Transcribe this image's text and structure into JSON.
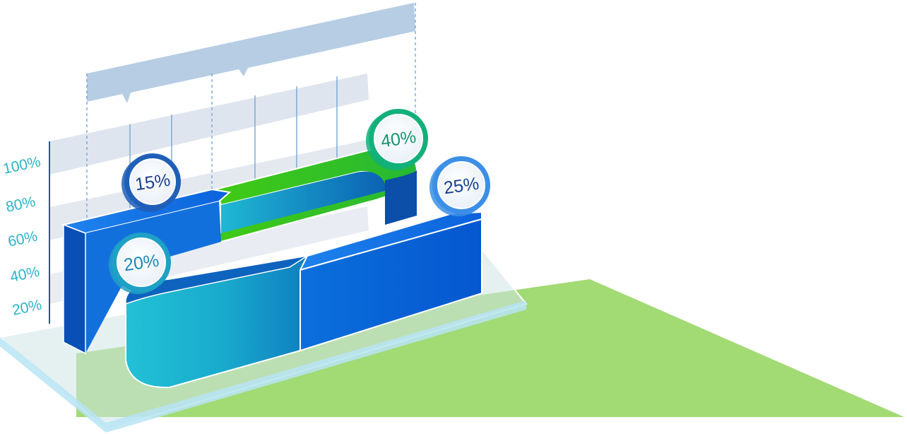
{
  "chart_data": {
    "type": "3d-ribbon",
    "y_axis": {
      "tick_labels": [
        "20%",
        "40%",
        "60%",
        "80%",
        "100%"
      ]
    },
    "series": [
      {
        "label": "15%",
        "value": 15,
        "color": "#0a5fd6",
        "badge_ring": "#1f5fb8",
        "text_color": "#1a3f8f"
      },
      {
        "label": "20%",
        "value": 20,
        "color": "#17b5cc",
        "badge_ring": "#1fa0c6",
        "text_color": "#1a88b8"
      },
      {
        "label": "40%",
        "value": 40,
        "color": "#3ac60e",
        "badge_ring": "#12b07a",
        "text_color": "#16946e"
      },
      {
        "label": "25%",
        "value": 25,
        "color": "#0a63d9",
        "badge_ring": "#3b8fe6",
        "text_color": "#14408f"
      }
    ],
    "grid": true
  }
}
